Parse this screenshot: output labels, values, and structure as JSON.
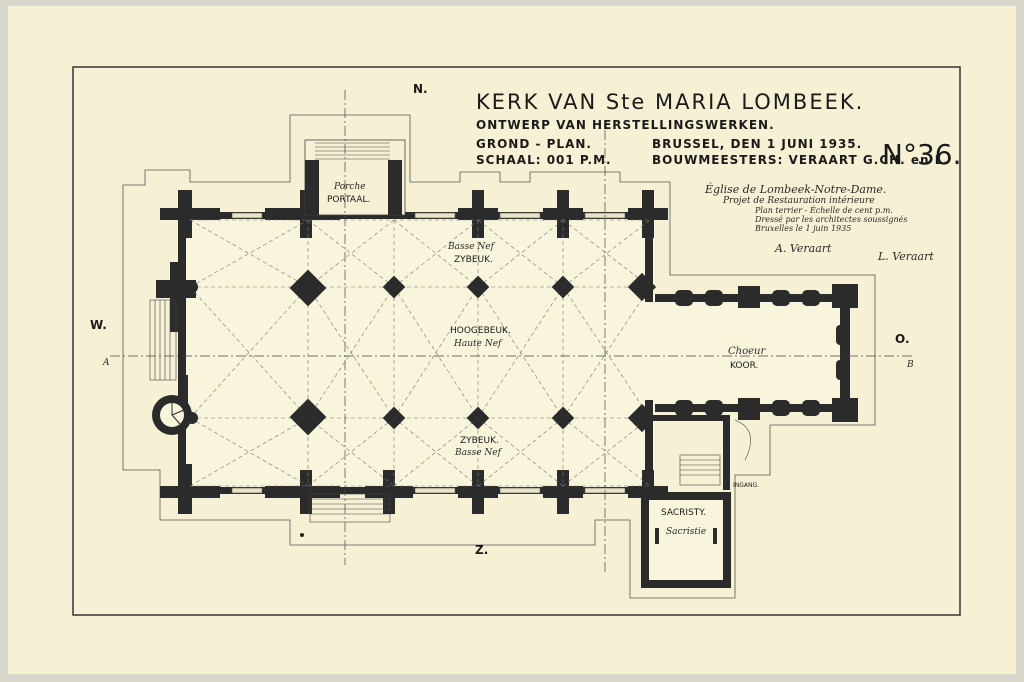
{
  "title": {
    "main": "KERK VAN Ste MARIA LOMBEEK.",
    "line1_left": "ONTWERP VAN HERSTELLINGSWERKEN.",
    "line2_left": "GROND - PLAN.",
    "line2_right": "BRUSSEL, DEN 1 JUNI 1935.",
    "line3_left": "SCHAAL: 001 P.M.",
    "line3_right": "BOUWMEESTERS: VERAART G.CH. en L.",
    "number": "N°36."
  },
  "french_note": [
    "Église de Lombeek-Notre-Dame.",
    "Projet de Restauration intérieure",
    "Plan terrier - Échelle de cent p.m.",
    "Dressé par les architectes soussignés",
    "Bruxelles le 1 juin 1935"
  ],
  "signatures": [
    "A. Veraart",
    "L. Veraart"
  ],
  "compass": {
    "north": "N.",
    "south": "Z.",
    "west": "W.",
    "east": "O."
  },
  "section_marks": {
    "a": "A",
    "b": "B"
  },
  "rooms": {
    "porch_fr": "Porche",
    "porch_nl": "PORTAAL.",
    "north_aisle_fr": "Basse Nef",
    "north_aisle_nl": "ZYBEUK.",
    "nave_nl": "HOOGEBEUK.",
    "nave_fr": "Haute Nef",
    "south_aisle_nl": "ZYBEUK.",
    "south_aisle_fr": "Basse Nef",
    "choir_fr": "Choeur",
    "choir_nl": "KOOR.",
    "sacristy_nl": "SACRISTY.",
    "sacristy_fr": "Sacristie",
    "entrance": "INGANG."
  }
}
